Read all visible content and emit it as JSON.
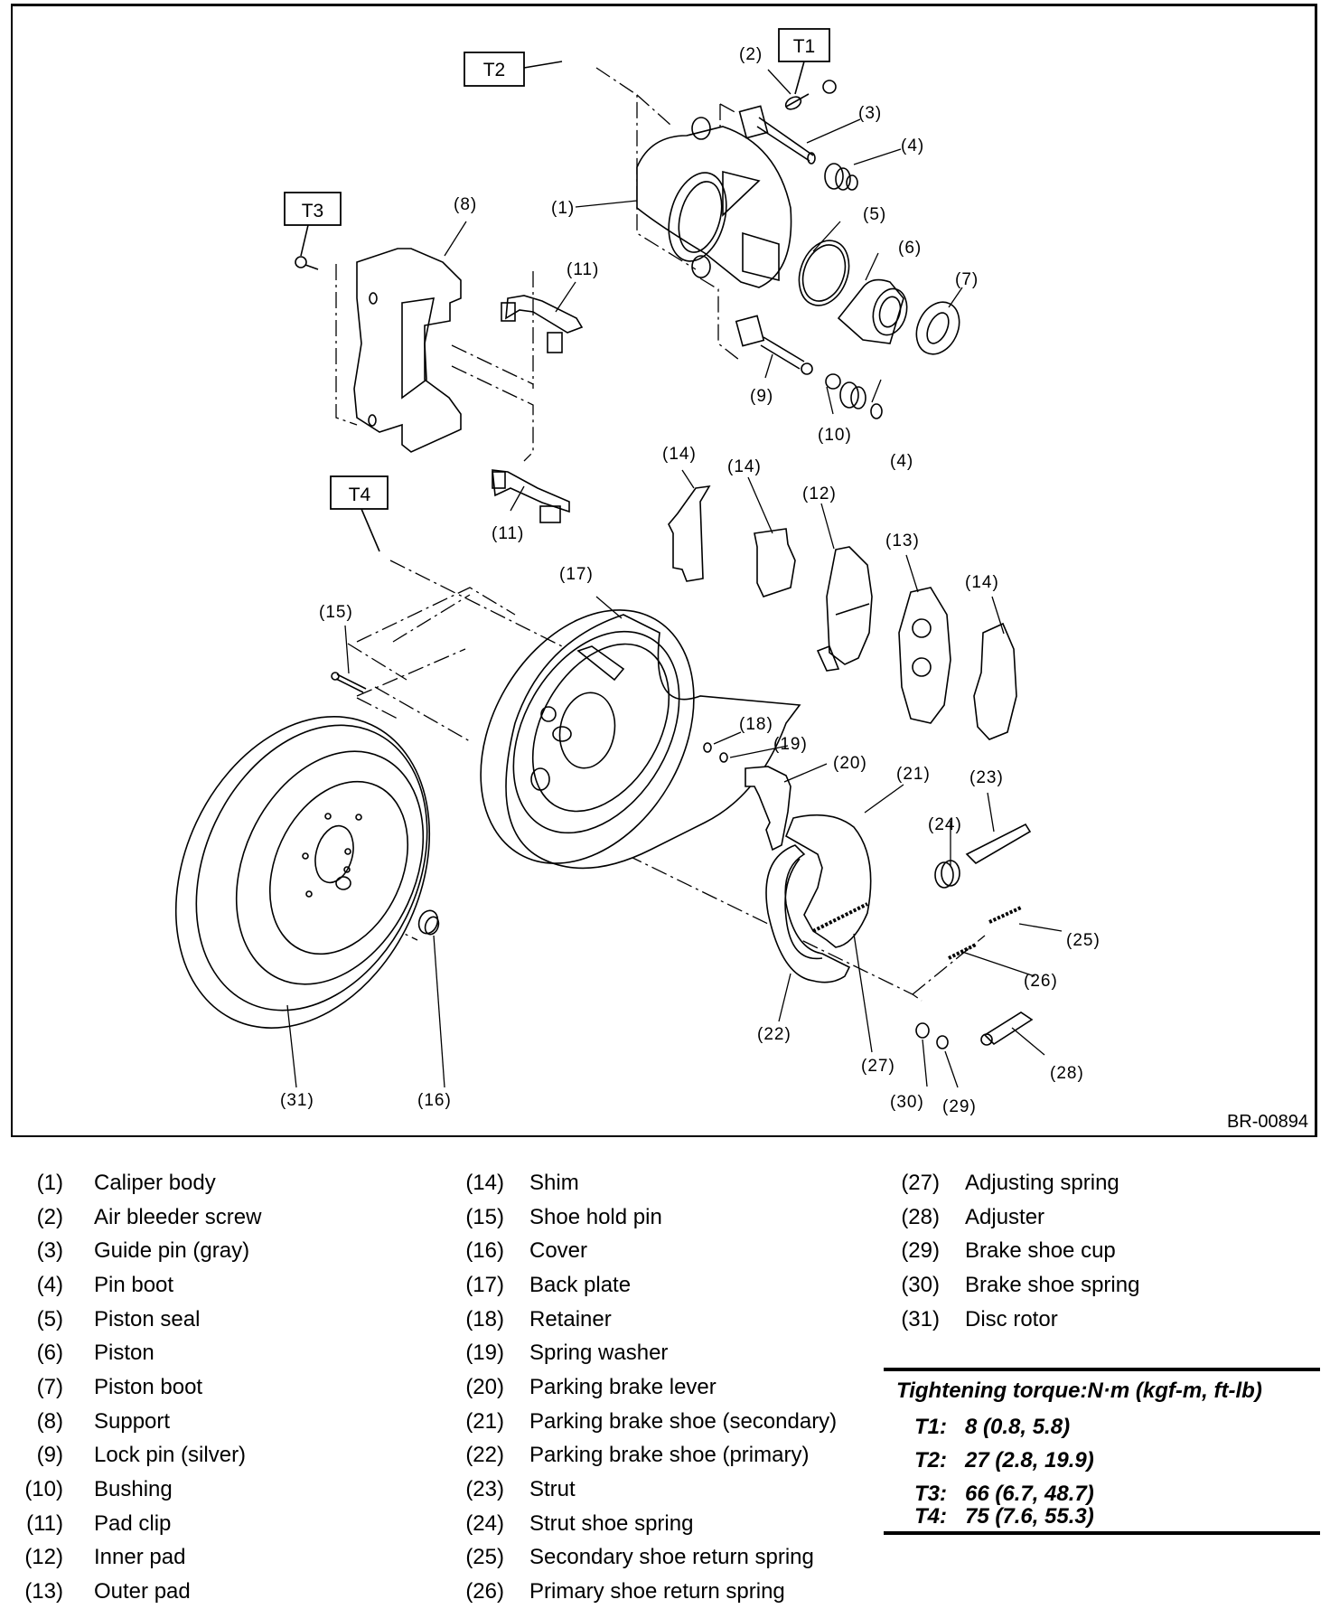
{
  "figure": {
    "id": "BR-00894",
    "torque_tags": [
      "T1",
      "T2",
      "T3",
      "T4"
    ],
    "callouts": {
      "c1": "(1)",
      "c2": "(2)",
      "c3": "(3)",
      "c4a": "(4)",
      "c4b": "(4)",
      "c5": "(5)",
      "c6": "(6)",
      "c7": "(7)",
      "c8": "(8)",
      "c9": "(9)",
      "c10": "(10)",
      "c11a": "(11)",
      "c11b": "(11)",
      "c12": "(12)",
      "c13": "(13)",
      "c14a": "(14)",
      "c14b": "(14)",
      "c14c": "(14)",
      "c15": "(15)",
      "c16": "(16)",
      "c17": "(17)",
      "c18": "(18)",
      "c19": "(19)",
      "c20": "(20)",
      "c21": "(21)",
      "c22": "(22)",
      "c23": "(23)",
      "c24": "(24)",
      "c25": "(25)",
      "c26": "(26)",
      "c27": "(27)",
      "c28": "(28)",
      "c29": "(29)",
      "c30": "(30)",
      "c31": "(31)"
    }
  },
  "legend": {
    "col1": [
      {
        "num": "(1)",
        "name": "Caliper body"
      },
      {
        "num": "(2)",
        "name": "Air bleeder screw"
      },
      {
        "num": "(3)",
        "name": "Guide pin (gray)"
      },
      {
        "num": "(4)",
        "name": "Pin boot"
      },
      {
        "num": "(5)",
        "name": "Piston seal"
      },
      {
        "num": "(6)",
        "name": "Piston"
      },
      {
        "num": "(7)",
        "name": "Piston boot"
      },
      {
        "num": "(8)",
        "name": "Support"
      },
      {
        "num": "(9)",
        "name": "Lock pin (silver)"
      },
      {
        "num": "(10)",
        "name": "Bushing"
      },
      {
        "num": "(11)",
        "name": "Pad clip"
      },
      {
        "num": "(12)",
        "name": "Inner pad"
      },
      {
        "num": "(13)",
        "name": "Outer pad"
      }
    ],
    "col2": [
      {
        "num": "(14)",
        "name": "Shim"
      },
      {
        "num": "(15)",
        "name": "Shoe hold pin"
      },
      {
        "num": "(16)",
        "name": "Cover"
      },
      {
        "num": "(17)",
        "name": "Back plate"
      },
      {
        "num": "(18)",
        "name": "Retainer"
      },
      {
        "num": "(19)",
        "name": "Spring washer"
      },
      {
        "num": "(20)",
        "name": "Parking brake lever"
      },
      {
        "num": "(21)",
        "name": "Parking brake shoe (secondary)"
      },
      {
        "num": "(22)",
        "name": "Parking brake shoe (primary)"
      },
      {
        "num": "(23)",
        "name": "Strut"
      },
      {
        "num": "(24)",
        "name": "Strut shoe spring"
      },
      {
        "num": "(25)",
        "name": "Secondary shoe return spring"
      },
      {
        "num": "(26)",
        "name": "Primary shoe return spring"
      }
    ],
    "col3": [
      {
        "num": "(27)",
        "name": "Adjusting spring"
      },
      {
        "num": "(28)",
        "name": "Adjuster"
      },
      {
        "num": "(29)",
        "name": "Brake shoe cup"
      },
      {
        "num": "(30)",
        "name": "Brake shoe spring"
      },
      {
        "num": "(31)",
        "name": "Disc rotor"
      }
    ]
  },
  "torque": {
    "title": "Tightening torque:N·m (kgf-m, ft-lb)",
    "rows": [
      {
        "key": "T1:",
        "value": "8 (0.8, 5.8)"
      },
      {
        "key": "T2:",
        "value": "27 (2.8, 19.9)"
      },
      {
        "key": "T3:",
        "value": "66 (6.7, 48.7)"
      },
      {
        "key": "T4:",
        "value": "75 (7.6, 55.3)"
      }
    ]
  }
}
